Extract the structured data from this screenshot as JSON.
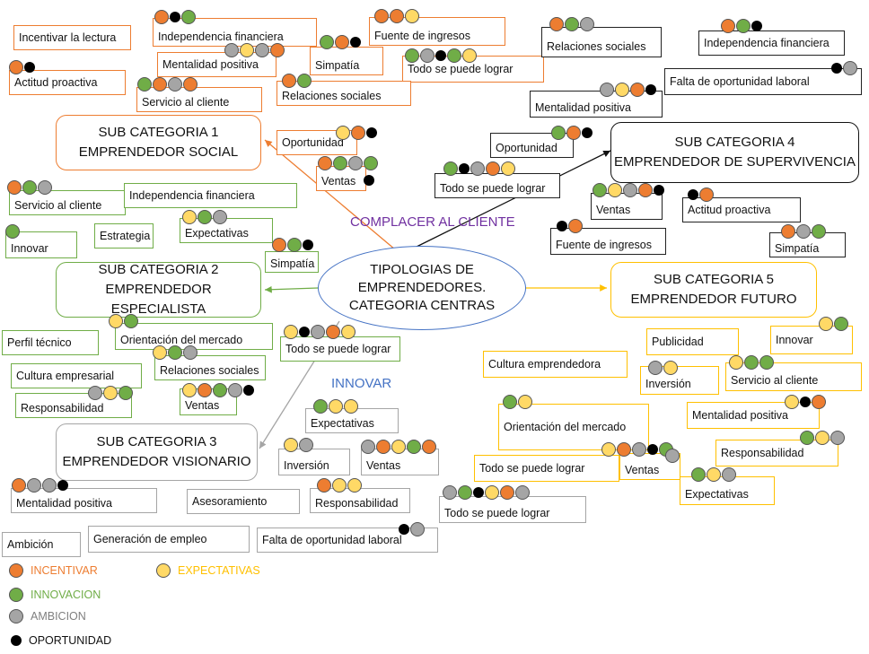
{
  "colors": {
    "incentivar": "#ED7D31",
    "innovacion": "#70AD47",
    "ambicion": "#A5A5A5",
    "oportunidad": "#000000",
    "expectativas": "#FFC000",
    "central_border": "#4472C4",
    "complacer_text": "#7030A0",
    "innovar_text": "#4472C4"
  },
  "center": {
    "line1": "TIPOLOGIAS DE",
    "line2": "EMPRENDEDORES.",
    "line3": "CATEGORIA CENTRAS"
  },
  "floating_labels": {
    "complacer": "COMPLACER AL CLIENTE",
    "innovar": "INNOVAR"
  },
  "subcategories": {
    "sub1": {
      "line1": "SUB CATEGORIA 1",
      "line2": "EMPRENDEDOR SOCIAL"
    },
    "sub2": {
      "line1": "SUB CATEGORIA 2",
      "line2": "EMPRENDEDOR ESPECIALISTA"
    },
    "sub3": {
      "line1": "SUB CATEGORIA 3",
      "line2": "EMPRENDEDOR VISIONARIO"
    },
    "sub4": {
      "line1": "SUB CATEGORIA 4",
      "line2": "EMPRENDEDOR DE SUPERVIVENCIA"
    },
    "sub5": {
      "line1": "SUB CATEGORIA 5",
      "line2": "EMPRENDEDOR FUTURO"
    }
  },
  "s1": {
    "incentivar_lectura": "Incentivar la lectura",
    "independencia": "Independencia financiera",
    "fuente_ingresos": "Fuente de ingresos",
    "actitud": "Actitud proactiva",
    "mentalidad": "Mentalidad positiva",
    "simpatia": "Simpatía",
    "todo_se_puede": "Todo se puede lograr",
    "servicio": "Servicio al cliente",
    "relaciones": "Relaciones sociales",
    "oportunidad": "Oportunidad",
    "ventas": "Ventas"
  },
  "s2": {
    "servicio": "Servicio al cliente",
    "independencia": "Independencia financiera",
    "expectativas": "Expectativas",
    "innovar": "Innovar",
    "estrategia": "Estrategia",
    "simpatia": "Simpatía",
    "perfil": "Perfil técnico",
    "orientacion": "Orientación del   mercado",
    "todo_se_puede": "Todo se puede lograr",
    "cultura": "Cultura empresarial",
    "relaciones": "Relaciones sociales",
    "responsabilidad": "Responsabilidad",
    "ventas": "Ventas"
  },
  "s3": {
    "expectativas": "Expectativas",
    "inversion": "Inversión",
    "ventas": "Ventas",
    "mentalidad": "Mentalidad positiva",
    "asesoramiento": "Asesoramiento",
    "responsabilidad": "Responsabilidad",
    "todo_se_puede": "Todo se puede lograr",
    "ambicion": "Ambición",
    "generacion": "Generación de empleo",
    "falta": "Falta de oportunidad laboral"
  },
  "s4": {
    "relaciones": "Relaciones sociales",
    "independencia": "Independencia financiera",
    "falta": "Falta de oportunidad laboral",
    "mentalidad": "Mentalidad positiva",
    "oportunidad": "Oportunidad",
    "todo_se_puede": "Todo se puede lograr",
    "ventas": "Ventas",
    "actitud": "Actitud proactiva",
    "fuente": "Fuente de ingresos",
    "simpatia": "Simpatía"
  },
  "s5": {
    "publicidad": "Publicidad",
    "innovar": "Innovar",
    "cultura": "Cultura emprendedora",
    "inversion": "Inversión",
    "servicio": "Servicio al cliente",
    "mentalidad": "Mentalidad positiva",
    "orientacion": "Orientación del  mercado",
    "todo_se_puede": "Todo se puede lograr",
    "ventas": "Ventas",
    "responsabilidad": "Responsabilidad",
    "expectativas": "Expectativas"
  },
  "legend": {
    "incentivar": "INCENTIVAR",
    "expectativas": "EXPECTATIVAS",
    "innovacion": "INNOVACION",
    "ambicion": "AMBICION",
    "oportunidad": "OPORTUNIDAD"
  }
}
